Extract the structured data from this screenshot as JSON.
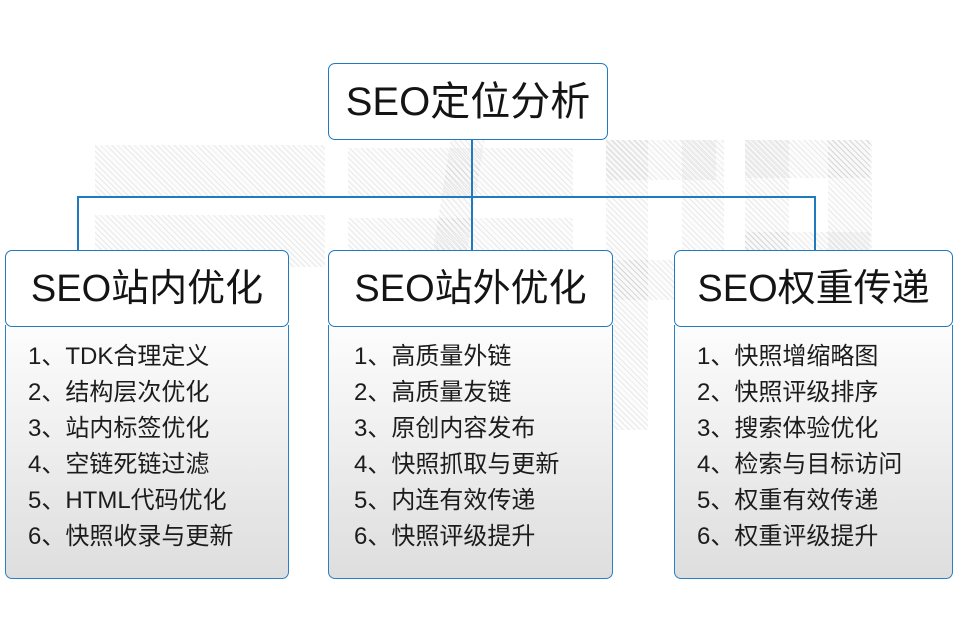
{
  "diagram": {
    "root": {
      "title": "SEO定位分析"
    },
    "columns": [
      {
        "header": "SEO站内优化",
        "items": [
          "1、TDK合理定义",
          "2、结构层次优化",
          "3、站内标签优化",
          "4、空链死链过滤",
          "5、HTML代码优化",
          "6、快照收录与更新"
        ]
      },
      {
        "header": "SEO站外优化",
        "items": [
          "1、高质量外链",
          "2、高质量友链",
          "3、原创内容发布",
          "4、快照抓取与更新",
          "5、内连有效传递",
          "6、快照评级提升"
        ]
      },
      {
        "header": "SEO权重传递",
        "items": [
          "1、快照增缩略图",
          "2、快照评级排序",
          "3、搜索体验优化",
          "4、检索与目标访问",
          "5、权重有效传递",
          "6、权重评级提升"
        ]
      }
    ],
    "colors": {
      "border_blue": "#1f7ac0",
      "connector_blue": "#1f7ac0",
      "text_dark": "#141414",
      "body_gradient_top": "#fdfdfd",
      "body_gradient_bottom": "#dedede",
      "page_background": "#ffffff"
    }
  }
}
